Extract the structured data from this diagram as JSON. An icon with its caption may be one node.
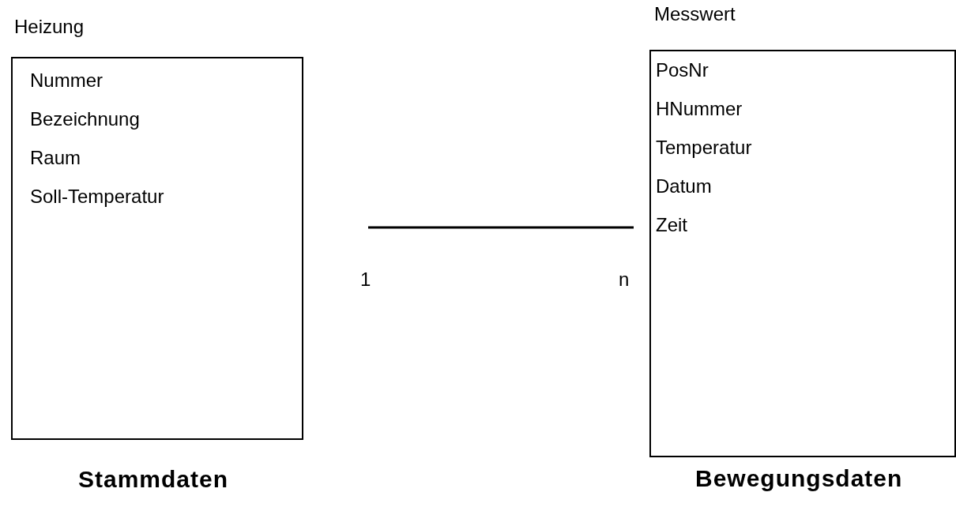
{
  "diagram": {
    "nodes": [
      {
        "text": [
          "Heizung",
          "Nummer",
          "Bezeichnung",
          "Raum",
          "Soll-Temperatur"
        ],
        "beside": [
          "Stammdaten"
        ]
      },
      {
        "text": [
          "Messwert",
          "PosNr",
          "HNummer",
          "Temperatur",
          "Datum",
          "Zeit"
        ],
        "beside": [
          "Bewegungsdaten"
        ]
      }
    ],
    "edges": [
      {
        "from": 0,
        "to": 1,
        "arrow": "none"
      }
    ],
    "labels": [
      "1",
      "n"
    ]
  }
}
